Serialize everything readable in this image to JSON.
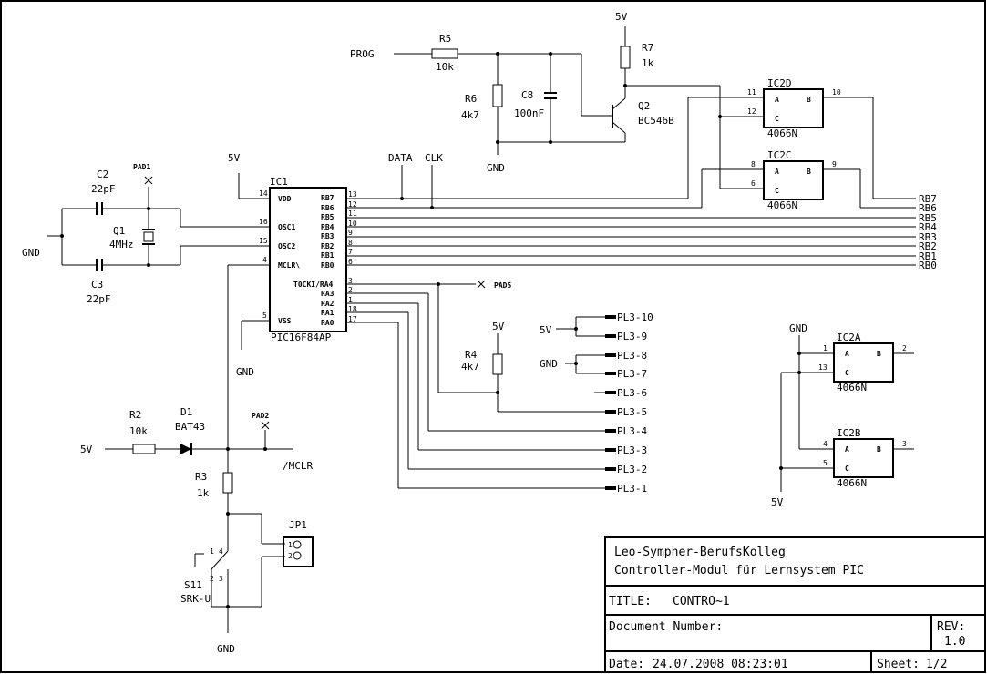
{
  "schematic": {
    "supply": {
      "v5": "5V",
      "gnd": "GND"
    },
    "ic1": {
      "ref": "IC1",
      "part": "PIC16F84AP",
      "pins_left": [
        {
          "num": "14",
          "name": "VDD"
        },
        {
          "num": "16",
          "name": "OSC1"
        },
        {
          "num": "15",
          "name": "OSC2"
        },
        {
          "num": "4",
          "name": "MCLR\\"
        },
        {
          "num": "5",
          "name": "VSS"
        }
      ],
      "pins_right": [
        {
          "num": "13",
          "name": "RB7"
        },
        {
          "num": "12",
          "name": "RB6"
        },
        {
          "num": "11",
          "name": "RB5"
        },
        {
          "num": "10",
          "name": "RB4"
        },
        {
          "num": "9",
          "name": "RB3"
        },
        {
          "num": "8",
          "name": "RB2"
        },
        {
          "num": "7",
          "name": "RB1"
        },
        {
          "num": "6",
          "name": "RB0"
        },
        {
          "num": "3",
          "name": "T0CKI/RA4"
        },
        {
          "num": "2",
          "name": "RA3"
        },
        {
          "num": "1",
          "name": "RA2"
        },
        {
          "num": "18",
          "name": "RA1"
        },
        {
          "num": "17",
          "name": "RA0"
        }
      ]
    },
    "crystal": {
      "c2": {
        "ref": "C2",
        "value": "22pF"
      },
      "c3": {
        "ref": "C3",
        "value": "22pF"
      },
      "q1": {
        "ref": "Q1",
        "value": "4MHz"
      },
      "pad1": "PAD1"
    },
    "prog_circuit": {
      "prog": "PROG",
      "r5": {
        "ref": "R5",
        "value": "10k"
      },
      "r6": {
        "ref": "R6",
        "value": "4k7"
      },
      "c8": {
        "ref": "C8",
        "value": "100nF"
      },
      "r7": {
        "ref": "R7",
        "value": "1k"
      },
      "q2": {
        "ref": "Q2",
        "value": "BC546B"
      }
    },
    "nets": {
      "data": "DATA",
      "clk": "CLK",
      "mclr": "/MCLR"
    },
    "rb_outputs": [
      "RB7",
      "RB6",
      "RB5",
      "RB4",
      "RB3",
      "RB2",
      "RB1",
      "RB0"
    ],
    "switches": [
      {
        "ref": "IC2D",
        "part": "4066N",
        "pin_a": "11",
        "pin_c": "12",
        "pin_b": "10",
        "a": "A",
        "b": "B",
        "c": "C"
      },
      {
        "ref": "IC2C",
        "part": "4066N",
        "pin_a": "8",
        "pin_c": "6",
        "pin_b": "9",
        "a": "A",
        "b": "B",
        "c": "C"
      },
      {
        "ref": "IC2A",
        "part": "4066N",
        "pin_a": "1",
        "pin_c": "13",
        "pin_b": "2",
        "a": "A",
        "b": "B",
        "c": "C"
      },
      {
        "ref": "IC2B",
        "part": "4066N",
        "pin_a": "4",
        "pin_c": "5",
        "pin_b": "3",
        "a": "A",
        "b": "B",
        "c": "C"
      }
    ],
    "pad5": "PAD5",
    "r4": {
      "ref": "R4",
      "value": "4k7"
    },
    "connector": [
      "PL3-10",
      "PL3-9",
      "PL3-8",
      "PL3-7",
      "PL3-6",
      "PL3-5",
      "PL3-4",
      "PL3-3",
      "PL3-2",
      "PL3-1"
    ],
    "reset": {
      "r2": {
        "ref": "R2",
        "value": "10k"
      },
      "d1": {
        "ref": "D1",
        "value": "BAT43"
      },
      "pad2": "PAD2",
      "r3": {
        "ref": "R3",
        "value": "1k"
      },
      "jp1": {
        "ref": "JP1",
        "pin1": "1",
        "pin2": "2"
      },
      "s11": {
        "ref": "S11",
        "value": "SRK-U",
        "pins": [
          "1",
          "4",
          "2",
          "3"
        ]
      }
    }
  },
  "title_block": {
    "org": "Leo-Sympher-BerufsKolleg",
    "project": "Controller-Modul für Lernsystem PIC",
    "title_label": "TITLE:",
    "title_value": "CONTRO~1",
    "docnum_label": "Document Number:",
    "rev_label": "REV:",
    "rev_value": "1.0",
    "date_label": "Date:",
    "date_value": "24.07.2008 08:23:01",
    "sheet_label": "Sheet:",
    "sheet_value": "1/2"
  }
}
